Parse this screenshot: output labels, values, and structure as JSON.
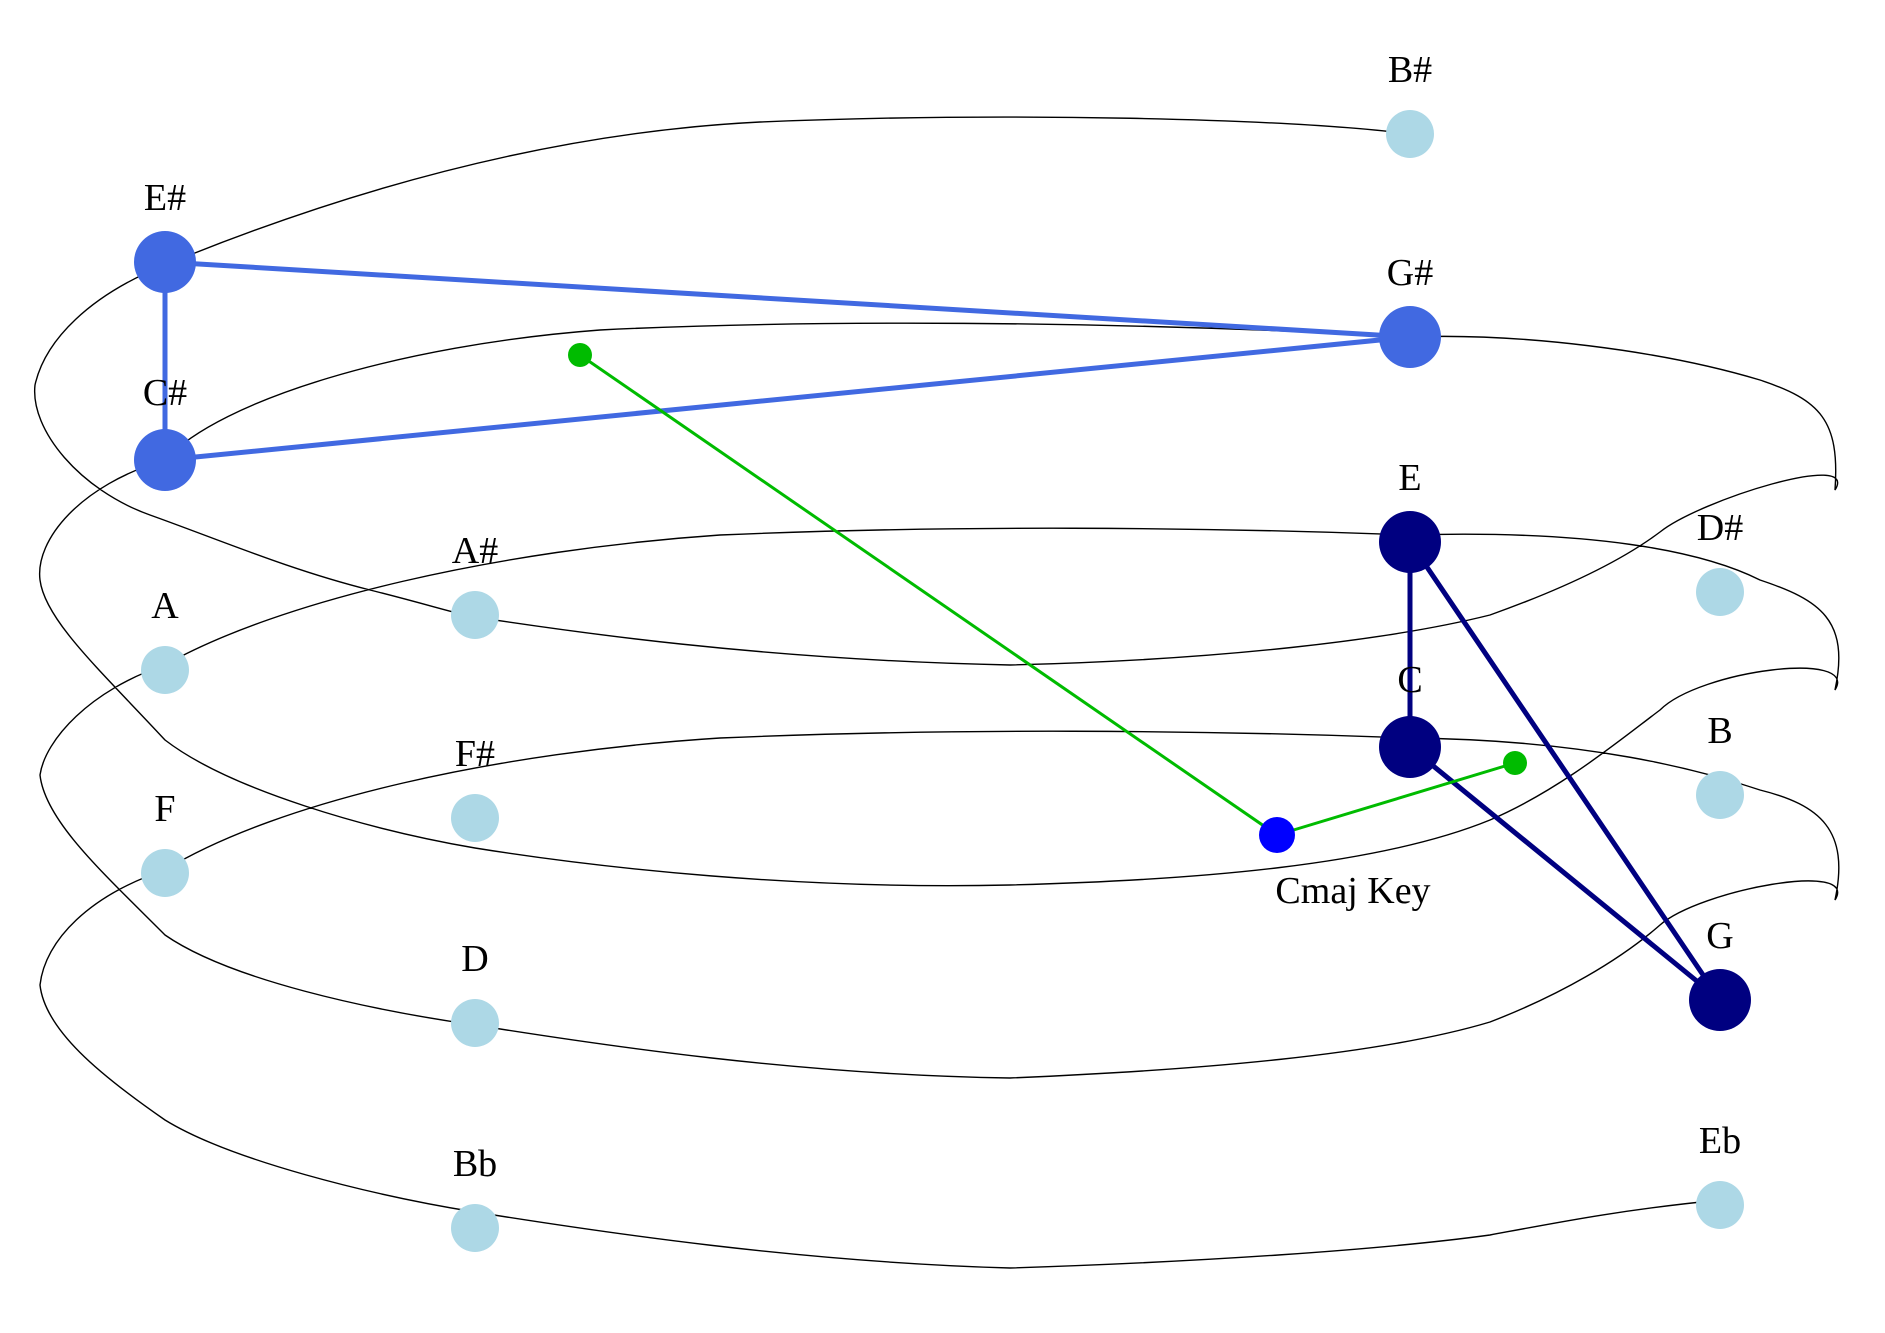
{
  "colors": {
    "background": "#ffffff",
    "spiral": "#000000",
    "note_default": "#add8e6",
    "chord_c_sharp": "#4169e1",
    "chord_c_major": "#000080",
    "key_point": "#0000ff",
    "key_link": "#00bb00"
  },
  "notes": [
    {
      "id": "B#",
      "label": "B#",
      "state": "default"
    },
    {
      "id": "E#",
      "label": "E#",
      "state": "chord_c_sharp"
    },
    {
      "id": "G#",
      "label": "G#",
      "state": "chord_c_sharp"
    },
    {
      "id": "C#",
      "label": "C#",
      "state": "chord_c_sharp"
    },
    {
      "id": "E",
      "label": "E",
      "state": "chord_c_major"
    },
    {
      "id": "D#",
      "label": "D#",
      "state": "default"
    },
    {
      "id": "A#",
      "label": "A#",
      "state": "default"
    },
    {
      "id": "A",
      "label": "A",
      "state": "default"
    },
    {
      "id": "C",
      "label": "C",
      "state": "chord_c_major"
    },
    {
      "id": "B",
      "label": "B",
      "state": "default"
    },
    {
      "id": "F#",
      "label": "F#",
      "state": "default"
    },
    {
      "id": "F",
      "label": "F",
      "state": "default"
    },
    {
      "id": "G",
      "label": "G",
      "state": "chord_c_major"
    },
    {
      "id": "D",
      "label": "D",
      "state": "default"
    },
    {
      "id": "Bb",
      "label": "Bb",
      "state": "default"
    },
    {
      "id": "Eb",
      "label": "Eb",
      "state": "default"
    }
  ],
  "chords": [
    {
      "id": "c-sharp-major",
      "notes": [
        "C#",
        "E#",
        "G#"
      ],
      "color_key": "chord_c_sharp"
    },
    {
      "id": "c-major",
      "notes": [
        "C",
        "E",
        "G"
      ],
      "color_key": "chord_c_major"
    }
  ],
  "key": {
    "label": "Cmaj Key"
  }
}
